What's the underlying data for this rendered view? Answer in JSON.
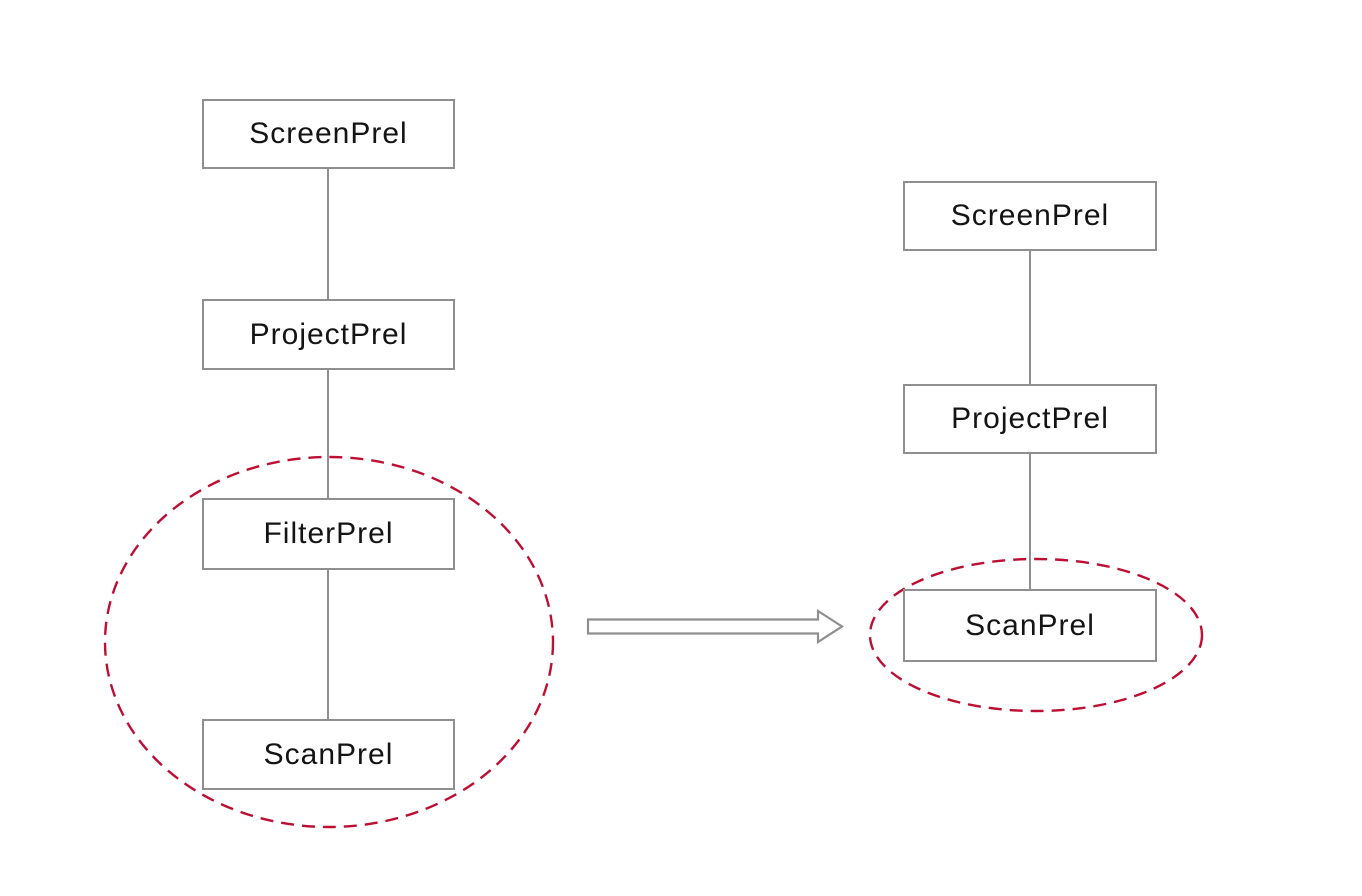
{
  "colors": {
    "background": "#ffffff",
    "boxBorder": "#8f8f8f",
    "connector": "#8f8f8f",
    "arrowOutline": "#8f8f8f",
    "highlight": "#bd0f33",
    "text": "#141414"
  },
  "left_tree": {
    "nodes": [
      {
        "label": "ScreenPrel"
      },
      {
        "label": "ProjectPrel"
      },
      {
        "label": "FilterPrel"
      },
      {
        "label": "ScanPrel"
      }
    ]
  },
  "right_tree": {
    "nodes": [
      {
        "label": "ScreenPrel"
      },
      {
        "label": "ProjectPrel"
      },
      {
        "label": "ScanPrel"
      }
    ]
  }
}
